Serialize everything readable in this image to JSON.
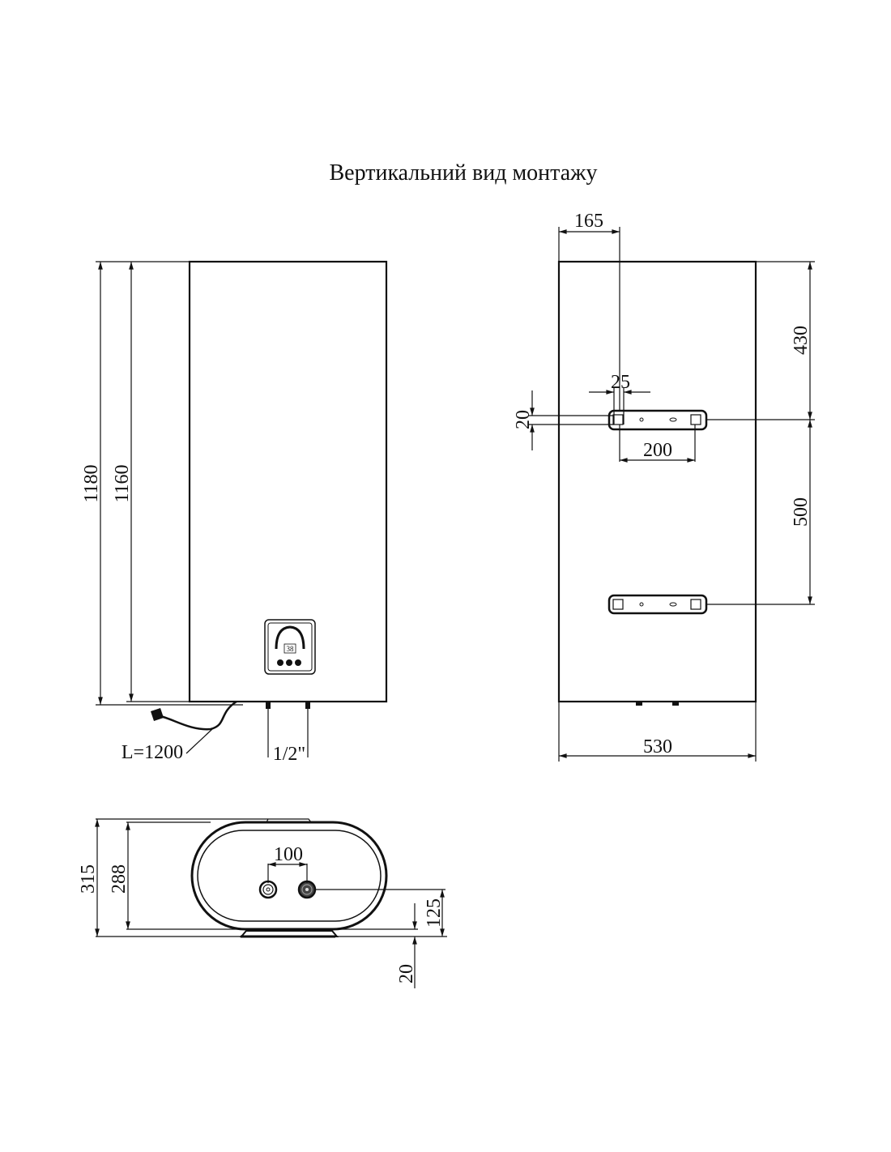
{
  "title": "Вертикальний вид монтажу",
  "front_view": {
    "height_total": "1180",
    "height_body": "1160",
    "cable_length": "L=1200",
    "pipe_thread": "1/2\"",
    "panel_display": "38"
  },
  "back_view": {
    "bracket_offset": "165",
    "top_to_bracket": "430",
    "bracket_width": "25",
    "bracket_height": "20",
    "bracket_hole_spacing": "200",
    "bracket_spacing": "500",
    "width": "530"
  },
  "top_view": {
    "depth_total": "315",
    "depth_body": "288",
    "pipe_spacing": "100",
    "pipe_height": "125",
    "wall_gap": "20"
  }
}
